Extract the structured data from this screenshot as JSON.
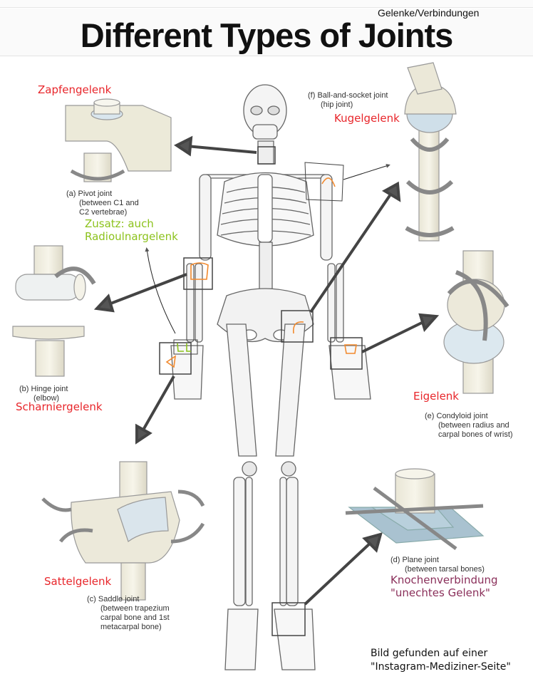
{
  "header": {
    "title": "Different Types of Joints",
    "annotation": "Gelenke/Verbindungen"
  },
  "joints": {
    "pivot": {
      "caption_line1": "(a) Pivot joint",
      "caption_line2": "(between C1 and",
      "caption_line3": "C2 vertebrae)",
      "german": "Zapfengelenk",
      "extra_line1": "Zusatz: auch",
      "extra_line2": "Radioulnargelenk"
    },
    "hinge": {
      "caption_line1": "(b) Hinge joint",
      "caption_line2": "(elbow)",
      "german": "Scharniergelenk"
    },
    "saddle": {
      "caption_line1": "(c) Saddle joint",
      "caption_line2": "(between trapezium",
      "caption_line3": "carpal bone and 1st",
      "caption_line4": "metacarpal bone)",
      "german": "Sattelgelenk"
    },
    "plane": {
      "caption_line1": "(d) Plane joint",
      "caption_line2": "(between tarsal bones)",
      "german_line1": "Knochenverbindung",
      "german_line2": "\"unechtes Gelenk\""
    },
    "condyloid": {
      "caption_line1": "(e) Condyloid joint",
      "caption_line2": "(between radius and",
      "caption_line3": "carpal bones of wrist)",
      "german": "Eigelenk"
    },
    "ball_socket": {
      "caption_line1": "(f) Ball-and-socket joint",
      "caption_line2": "(hip joint)",
      "german": "Kugelgelenk"
    }
  },
  "footer": {
    "note_line1": "Bild gefunden auf einer",
    "note_line2": "\"Instagram-Mediziner-Seite\""
  },
  "colors": {
    "german_label": "#e8262b",
    "extra_note": "#8cc21c",
    "plane_note": "#8a2f5a",
    "joint_highlight": "#f28a2e"
  }
}
